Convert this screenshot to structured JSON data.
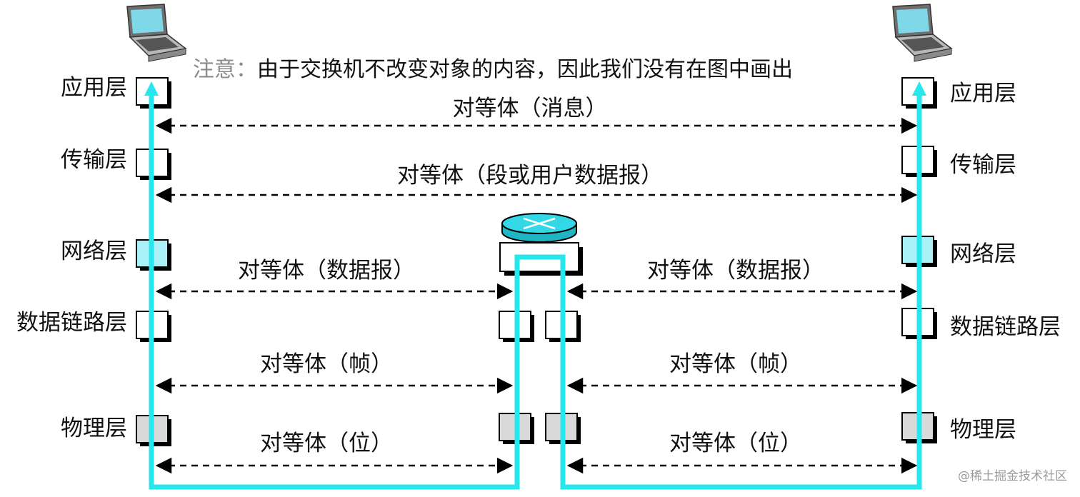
{
  "note": {
    "prefix": "注意：",
    "text": "由于交换机不改变对象的内容，因此我们没有在图中画出"
  },
  "layers": {
    "application": "应用层",
    "transport": "传输层",
    "network": "网络层",
    "datalink": "数据链路层",
    "physical": "物理层"
  },
  "peers": {
    "message": "对等体（消息）",
    "segment": "对等体（段或用户数据报）",
    "datagram": "对等体（数据报）",
    "frame": "对等体（帧）",
    "bit": "对等体（位）"
  },
  "watermark": "@稀土掘金技术社区",
  "colors": {
    "path": "#27e6ec",
    "network_box": "#a9f1f6",
    "physical_box": "#d9d9d9",
    "router_top": "#33d8e6"
  }
}
